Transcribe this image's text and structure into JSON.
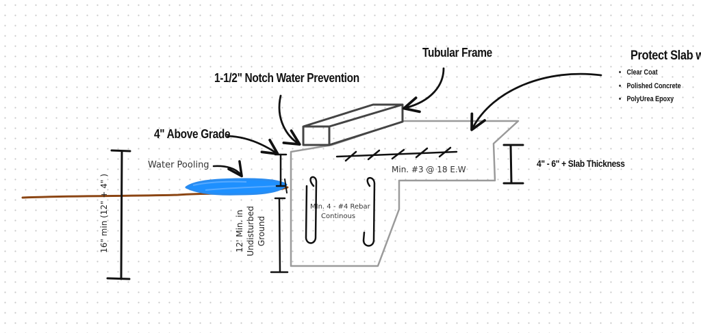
{
  "labels": {
    "tubular_frame": "Tubular Frame",
    "notch": "1-1/2\" Notch Water Prevention",
    "above_grade": "4\" Above Grade",
    "water_pooling": "Water Pooling",
    "rebar_top": "Min. #3 @ 18 E.W",
    "rebar_bottom_line1": "MIn. 4 - #4 Rebar",
    "rebar_bottom_line2": "Continous",
    "slab_thickness": "4\" - 6\" + Slab Thickness",
    "depth_min": "16\" min (12\" + 4\" )",
    "undisturbed_line1": "12' Min. in",
    "undisturbed_line2": "Undisturbed",
    "undisturbed_line3": "Ground"
  },
  "protect": {
    "title": "Protect Slab w/",
    "items": [
      "Clear Coat",
      "Polished Concrete",
      "PolyUrea Epoxy"
    ]
  },
  "colors": {
    "ground": "#8B4513",
    "water": "#1E90FF",
    "concrete": "#9a9a9a",
    "frame": "#444444",
    "ink": "#111111"
  }
}
